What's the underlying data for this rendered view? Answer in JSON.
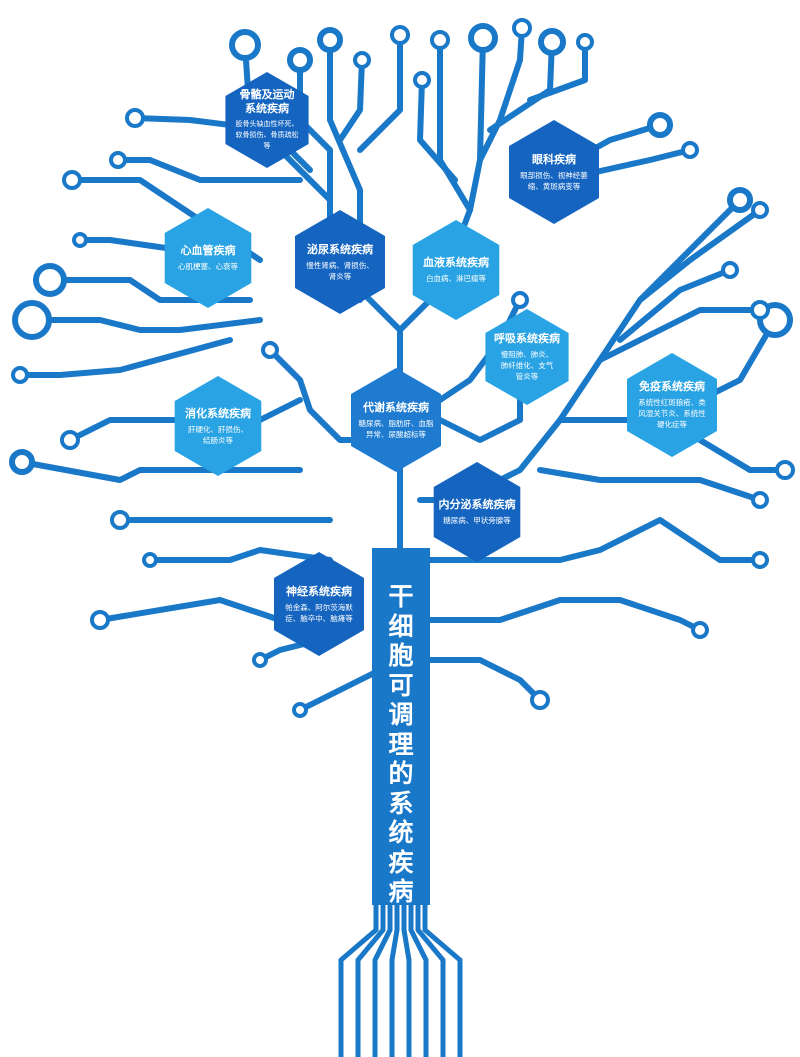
{
  "trunk_label": "干细胞可调理的系统疾病",
  "colors": {
    "dark": "#1565C0",
    "mid": "#1E7BD0",
    "light": "#29A3E3",
    "line": "#1A78C8"
  },
  "nodes": [
    {
      "title": "骨骼及运动\n系统疾病",
      "desc": "股骨头缺血性坏死、\n软骨损伤、骨质疏松\n等"
    },
    {
      "title": "眼科疾病",
      "desc": "眼部损伤、视神经萎\n缩、黄斑病变等"
    },
    {
      "title": "心血管疾病",
      "desc": "心肌梗塞、心衰等"
    },
    {
      "title": "泌尿系统疾病",
      "desc": "慢性肾病、肾损伤、\n肾炎等"
    },
    {
      "title": "血液系统疾病",
      "desc": "白血病、淋巴瘤等"
    },
    {
      "title": "呼吸系统疾病",
      "desc": "慢阻肺、肺炎、\n肺纤维化、支气\n管炎等"
    },
    {
      "title": "消化系统疾病",
      "desc": "肝硬化、肝损伤、\n结肠炎等"
    },
    {
      "title": "代谢系统疾病",
      "desc": "糖尿病、脂肪肝、血脂\n异常、尿酸超标等"
    },
    {
      "title": "免疫系统疾病",
      "desc": "系统性红斑狼疮、类\n风湿关节炎、系统性\n硬化症等"
    },
    {
      "title": "内分泌系统疾病",
      "desc": "糖尿病、甲状旁腺等"
    },
    {
      "title": "神经系统疾病",
      "desc": "帕金森、阿尔茨海默\n症、脑卒中、脑瘫等"
    }
  ]
}
